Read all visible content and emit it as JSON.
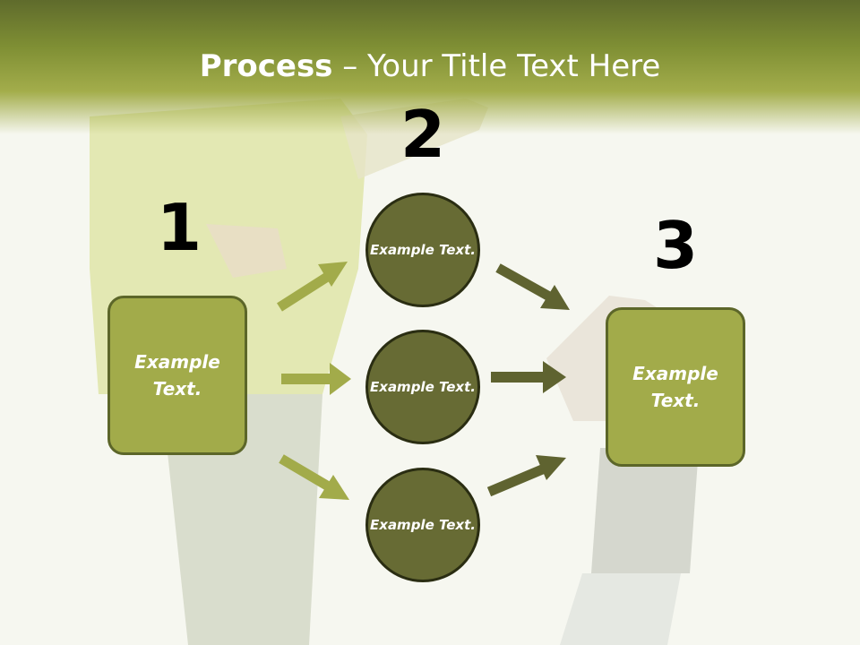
{
  "title": {
    "bold": "Process",
    "rest": " – Your Title Text Here"
  },
  "numbers": {
    "one": "1",
    "two": "2",
    "three": "3"
  },
  "boxes": {
    "left": "Example Text.",
    "right": "Example Text."
  },
  "circles": {
    "top": "Example Text.",
    "middle": "Example Text.",
    "bottom": "Example Text."
  },
  "colors": {
    "header": "#7f8f34",
    "box": "#a2ab4a",
    "circle": "#676b34",
    "arrow_light": "#a2ab4a",
    "arrow_dark": "#5f6330"
  }
}
